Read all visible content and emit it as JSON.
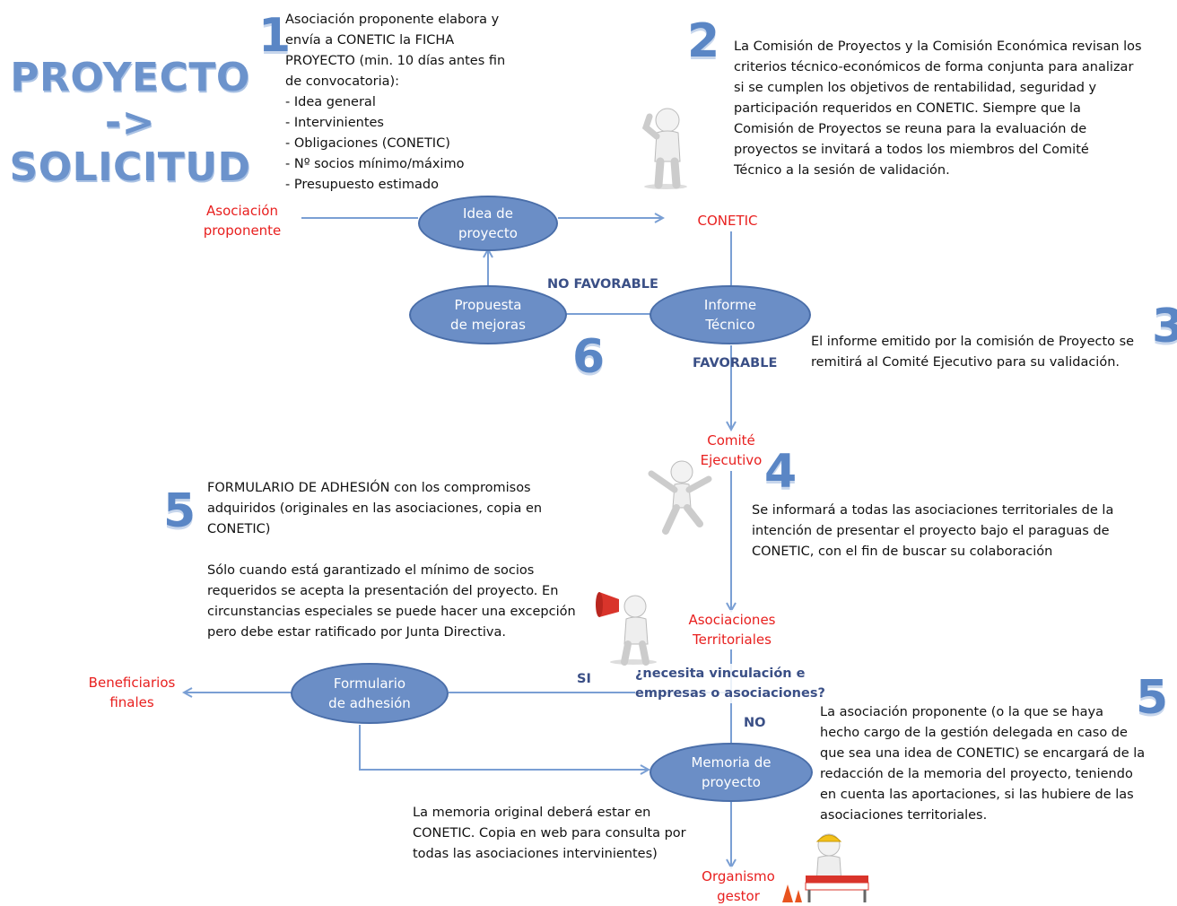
{
  "title": "PROYECTO ->\nSOLICITUD",
  "steps": {
    "s1": "1",
    "s2": "2",
    "s3": "3",
    "s4": "4",
    "s5a": "5",
    "s5b": "5",
    "s6": "6"
  },
  "notes": {
    "step1": "Asociación proponente elabora y\nenvía a CONETIC la FICHA\nPROYECTO (min. 10 días antes fin\nde convocatoria):\n- Idea general\n- Intervinientes\n- Obligaciones (CONETIC)\n- Nº socios mínimo/máximo\n- Presupuesto estimado",
    "step2": "La Comisión de Proyectos y la Comisión Económica revisan los\ncriterios técnico-económicos de forma conjunta para analizar\nsi se cumplen los objetivos de rentabilidad, seguridad y\nparticipación requeridos en CONETIC. Siempre que la\nComisión de Proyectos se reuna para la evaluación de\nproyectos se invitará a todos los miembros del Comité\nTécnico a la sesión de validación.",
    "step3": "El informe emitido por la comisión de Proyecto se\nremitirá al Comité Ejecutivo para su validación.",
    "step4": "Se informará a todas las asociaciones territoriales de la\nintención de presentar el proyecto bajo el paraguas de\nCONETIC, con el fin de buscar su colaboración",
    "step5a": "FORMULARIO DE ADHESIÓN  con los compromisos\nadquiridos (originales en las asociaciones, copia en\nCONETIC)\n\nSólo cuando está garantizado el mínimo de socios\nrequeridos se acepta la presentación del proyecto. En\ncircunstancias especiales se puede hacer una excepción\npero debe estar ratificado por Junta Directiva.",
    "step5b": "La asociación proponente (o la que se haya\nhecho cargo de la gestión delegada en caso de\nque sea una idea de CONETIC) se encargará de la\nredacción de la memoria del proyecto, teniendo\nen cuenta las aportaciones, si las hubiere de las\nasociaciones territoriales.",
    "memoria": "La memoria original deberá estar en\nCONETIC. Copia en web para consulta por\ntodas las asociaciones intervinientes)"
  },
  "actors": {
    "asociacion": "Asociación\nproponente",
    "conetic": "CONETIC",
    "comite": "Comité\nEjecutivo",
    "territoriales": "Asociaciones\nTerritoriales",
    "beneficiarios": "Beneficiarios\nfinales",
    "organismo": "Organismo\ngestor"
  },
  "nodes": {
    "idea": "Idea de\nproyecto",
    "informe": "Informe\nTécnico",
    "propuesta": "Propuesta\nde mejoras",
    "formulario": "Formulario\nde adhesión",
    "memoria": "Memoria de\nproyecto"
  },
  "labels": {
    "no_favorable": "NO FAVORABLE",
    "favorable": "FAVORABLE",
    "question": "¿necesita vinculación e\nempresas o asociaciones?",
    "si": "SI",
    "no": "NO"
  },
  "colors": {
    "node_fill": "#6b8ec6",
    "arrow": "#7a9fd4",
    "actor_text": "#e8201f",
    "label_text": "#3a4f86",
    "step_number": "#5a86c5"
  }
}
